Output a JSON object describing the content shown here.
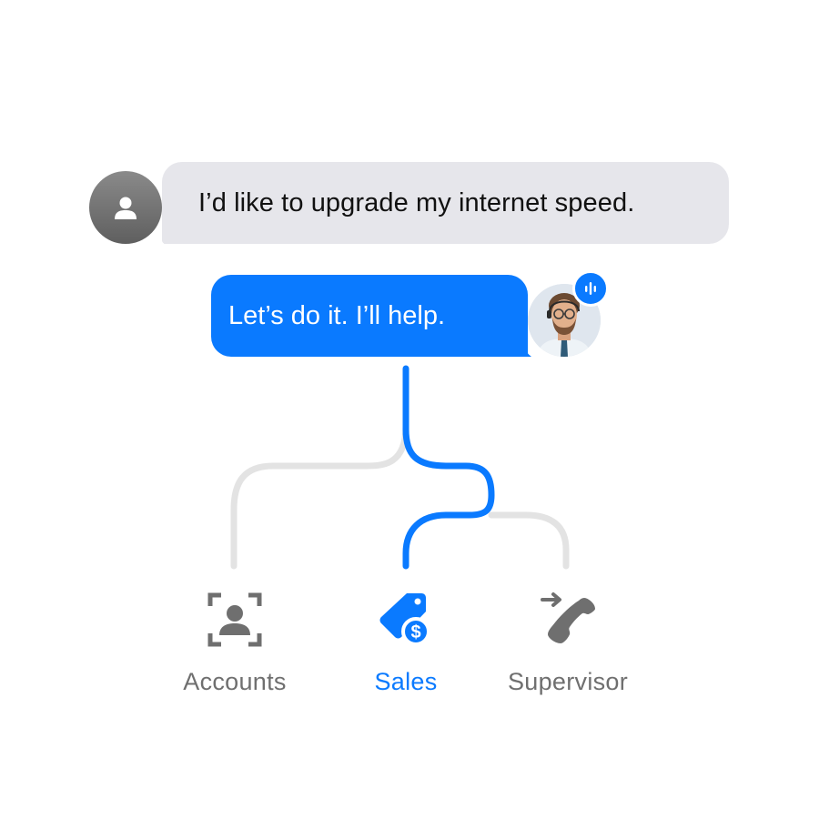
{
  "conversation": {
    "user_message": "I’d like to upgrade my internet speed.",
    "agent_message": "Let’s do it. I’ll help."
  },
  "icons": {
    "user": "user-icon",
    "agent": "agent-avatar-photo",
    "voice": "voice-waveform-icon"
  },
  "routing": {
    "selected": "Sales",
    "destinations": [
      {
        "label": "Accounts",
        "icon": "account-id-icon"
      },
      {
        "label": "Sales",
        "icon": "price-tag-dollar-icon"
      },
      {
        "label": "Supervisor",
        "icon": "phone-transfer-icon"
      }
    ]
  },
  "colors": {
    "accent": "#0a7aff",
    "inactive_icon": "#6f6f6f",
    "inactive_line": "#e3e3e3",
    "user_bubble": "#e6e6eb"
  }
}
